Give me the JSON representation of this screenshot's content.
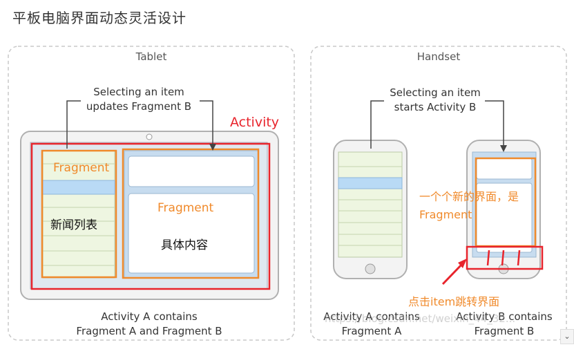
{
  "title": "平板电脑界面动态灵活设计",
  "tablet": {
    "label": "Tablet",
    "callout": [
      "Selecting an item",
      "updates Fragment B"
    ],
    "activity_label": "Activity",
    "fragment_a_label": "Fragment",
    "fragment_a_text": "新闻列表",
    "fragment_b_label": "Fragment",
    "fragment_b_text": "具体内容",
    "caption": [
      "Activity A contains",
      "Fragment A and Fragment B"
    ]
  },
  "handset": {
    "label": "Handset",
    "callout": [
      "Selecting an item",
      "starts Activity B"
    ],
    "note": [
      "一个个新的界面，是",
      "Fragment"
    ],
    "click_note": "点击item跳转界面",
    "caption_a": [
      "Activity A contains",
      "Fragment A"
    ],
    "caption_b": [
      "Activity B contains",
      "Fragment B"
    ],
    "watermark": "https://blog.csdn.net/weixin_44_32..."
  },
  "colors": {
    "orange": "#f08a2b",
    "red": "#e8242c",
    "list_highlight": "#b9daf5",
    "list_bg": "#eef6e1"
  }
}
